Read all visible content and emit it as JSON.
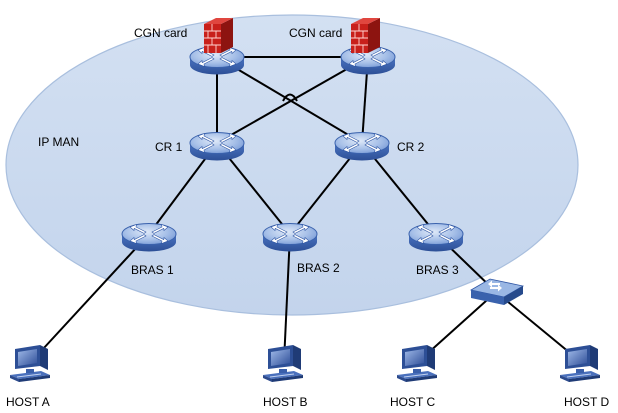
{
  "colors": {
    "cloud_fill": "#c9d9ee",
    "cloud_stroke": "#a9bfde",
    "device_blue": "#3f68b5",
    "device_light": "#93b2e2",
    "firewall_red": "#c8201b",
    "link": "#000000"
  },
  "region": {
    "label": "IP MAN"
  },
  "devices": {
    "cgn1": {
      "label": "CGN card",
      "icon": "router-icon"
    },
    "cgn2": {
      "label": "CGN card",
      "icon": "router-icon"
    },
    "cr1": {
      "label": "CR 1",
      "icon": "router-icon"
    },
    "cr2": {
      "label": "CR 2",
      "icon": "router-icon"
    },
    "bras1": {
      "label": "BRAS 1",
      "icon": "router-icon"
    },
    "bras2": {
      "label": "BRAS 2",
      "icon": "router-icon"
    },
    "bras3": {
      "label": "BRAS 3",
      "icon": "router-icon"
    },
    "switch1": {
      "label": "",
      "icon": "switch-icon"
    }
  },
  "hosts": {
    "hosta": {
      "label": "HOST A",
      "icon": "computer-icon"
    },
    "hostb": {
      "label": "HOST B",
      "icon": "computer-icon"
    },
    "hostc": {
      "label": "HOST C",
      "icon": "computer-icon"
    },
    "hostd": {
      "label": "HOST D",
      "icon": "computer-icon"
    }
  },
  "firewalls": [
    {
      "attached_to": "cgn1",
      "icon": "firewall-icon"
    },
    {
      "attached_to": "cgn2",
      "icon": "firewall-icon"
    }
  ],
  "links": [
    [
      "cgn1",
      "cgn2"
    ],
    [
      "cgn1",
      "cr1"
    ],
    [
      "cgn1",
      "cr2"
    ],
    [
      "cgn2",
      "cr1"
    ],
    [
      "cgn2",
      "cr2"
    ],
    [
      "cr1",
      "bras1"
    ],
    [
      "cr1",
      "bras2"
    ],
    [
      "cr2",
      "bras2"
    ],
    [
      "cr2",
      "bras3"
    ],
    [
      "bras1",
      "hosta"
    ],
    [
      "bras2",
      "hostb"
    ],
    [
      "bras3",
      "switch1"
    ],
    [
      "switch1",
      "hostc"
    ],
    [
      "switch1",
      "hostd"
    ]
  ]
}
